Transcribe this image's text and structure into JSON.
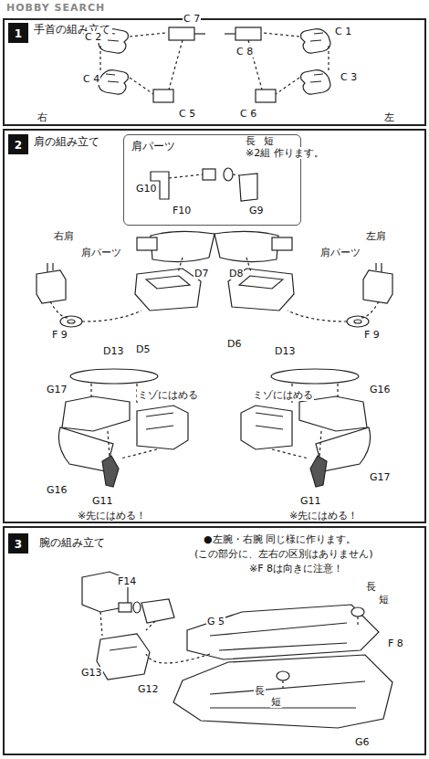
{
  "diagram": {
    "nodes": [
      {
        "text": [
          "手首の組み立て"
        ]
      },
      {
        "text": [
          "1"
        ],
        "in": 0
      },
      {
        "text": [
          "肩の組み立て"
        ]
      },
      {
        "text": [
          "2"
        ],
        "in": 2
      },
      {
        "text": [
          "肩パーツ"
        ],
        "in": 2
      },
      {
        "text": [
          "腕の組み立て"
        ]
      },
      {
        "text": [
          "3"
        ],
        "in": 5
      }
    ],
    "labels": [
      "HOBBY SEARCH",
      "C 7",
      "C 2",
      "C 4",
      "右",
      "C 5",
      "C 8",
      "C 1",
      "C 3",
      "C 6",
      "左",
      "長",
      "短",
      "※2組 作ります。",
      "G10",
      "F10",
      "G9",
      "右肩",
      "左肩",
      "肩パーツ",
      "肩パーツ",
      "D7",
      "F 9",
      "D13",
      "D5",
      "D8",
      "D6",
      "F 9",
      "D13",
      "G17",
      "ミゾにはめる",
      "G16",
      "G11",
      "※先にはめる！",
      "G16",
      "ミゾにはめる",
      "G17",
      "G11",
      "※先にはめる！",
      "●左腕・右腕 同じ様に作ります。",
      "(この部分に、左右の区別はありません)",
      "※F 8は向きに注意！",
      "F14",
      "G13",
      "G12",
      "長",
      "短",
      "G 5",
      "F 8",
      "長",
      "短",
      "G6"
    ]
  }
}
